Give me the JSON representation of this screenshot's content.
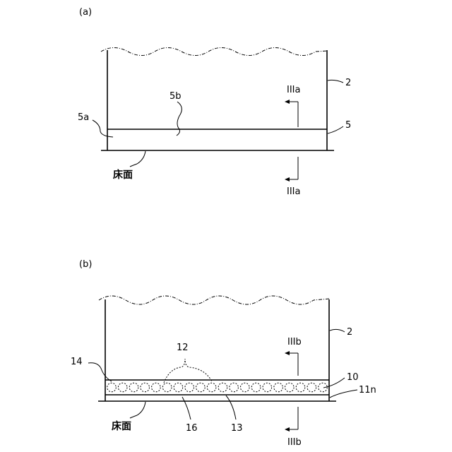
{
  "figure_a": {
    "panel_label": "(a)",
    "labels": {
      "ref_2": "2",
      "ref_5": "5",
      "ref_5a": "5a",
      "ref_5b": "5b",
      "section_top": "IIIa",
      "section_bottom": "IIIa",
      "floor": "床面"
    }
  },
  "figure_b": {
    "panel_label": "(b)",
    "labels": {
      "ref_2": "2",
      "ref_10": "10",
      "ref_11n": "11n",
      "ref_12": "12",
      "ref_13": "13",
      "ref_14": "14",
      "ref_16": "16",
      "section_top": "IIIb",
      "section_bottom": "IIIb",
      "floor": "床面"
    },
    "circle_count": 20
  }
}
